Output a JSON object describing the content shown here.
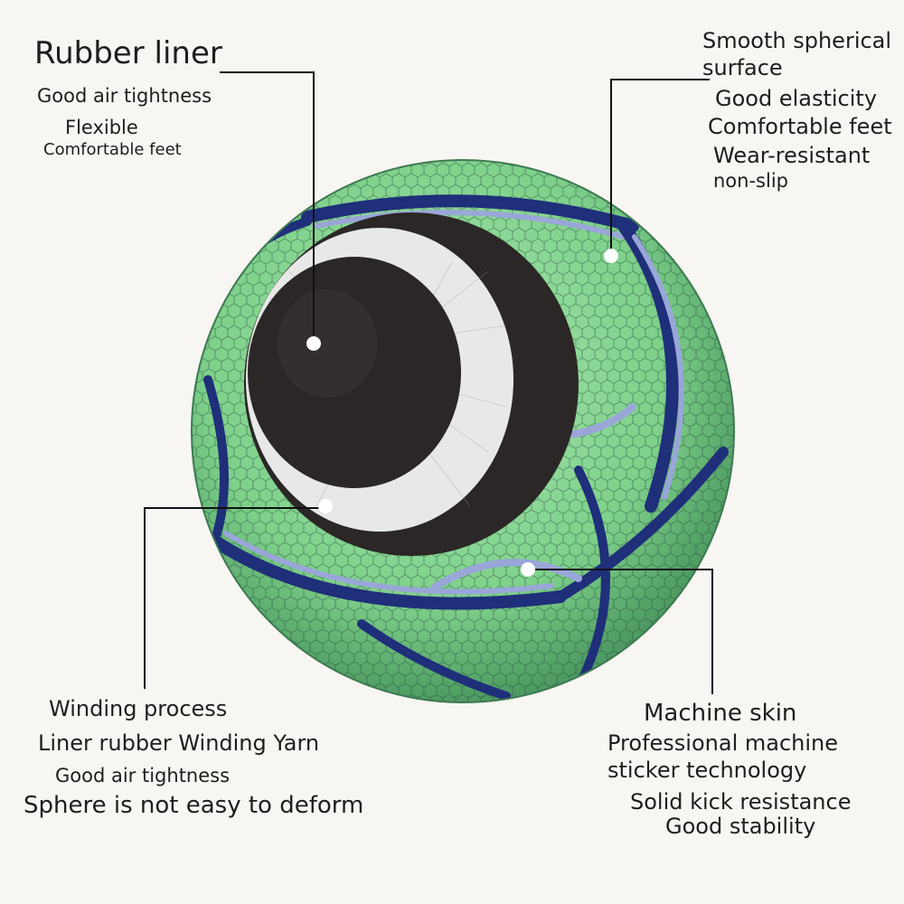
{
  "rubber_liner": {
    "title": "Rubber liner",
    "line1": "Good air tightness",
    "line2": "Flexible",
    "line3": "Comfortable feet"
  },
  "surface": {
    "title_line1": "Smooth spherical",
    "title_line2": "surface",
    "line1": "Good elasticity",
    "line2": "Comfortable feet",
    "line3": "Wear-resistant",
    "line4": "non-slip"
  },
  "winding": {
    "title": "Winding process",
    "line1": "Liner rubber Winding Yarn",
    "line2": "Good air tightness",
    "line3": "Sphere is not easy to deform"
  },
  "machine_skin": {
    "title": "Machine skin",
    "line1": "Professional machine",
    "line2": "sticker technology",
    "line3": "Solid kick resistance",
    "line4": "Good stability"
  },
  "colors": {
    "background": "#f7f6f2",
    "ball_green": "#7ed08a",
    "panel_navy": "#1f2f7a",
    "panel_lavender": "#9aa6d8",
    "rubber_black": "#2b2726",
    "yarn_white": "#e8e8e8"
  }
}
